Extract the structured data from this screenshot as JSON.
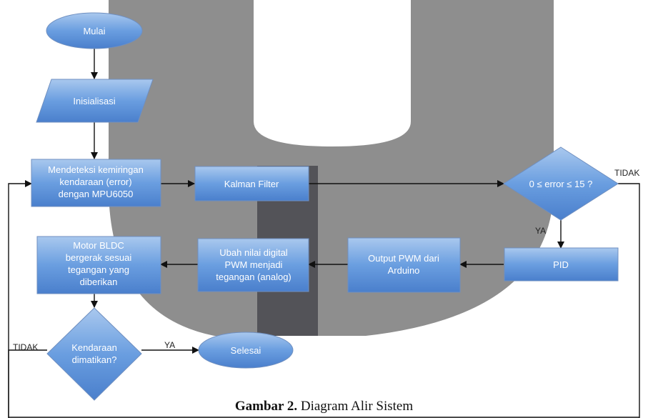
{
  "nodes": {
    "mulai": "Mulai",
    "inisialisasi": "Inisialisasi",
    "deteksi": [
      "Mendeteksi kemiringan",
      "kendaraan (error)",
      "dengan MPU6050"
    ],
    "kalman": "Kalman Filter",
    "decision_error": "0 ≤ error ≤ 15 ?",
    "pid": "PID",
    "output_pwm": [
      "Output PWM dari",
      "Arduino"
    ],
    "ubah_nilai": [
      "Ubah nilai digital",
      "PWM menjadi",
      "tegangan (analog)"
    ],
    "motor": [
      "Motor BLDC",
      "bergerak sesuai",
      "tegangan yang",
      "diberikan"
    ],
    "decision_mati": [
      "Kendaraan",
      "dimatikan?"
    ],
    "selesai": "Selesai"
  },
  "labels": {
    "tidak_right": "TIDAK",
    "ya_pid": "YA",
    "tidak_left": "TIDAK",
    "ya_selesai": "YA"
  },
  "caption": {
    "number": "Gambar 2.",
    "text": "Diagram Alir Sistem"
  }
}
